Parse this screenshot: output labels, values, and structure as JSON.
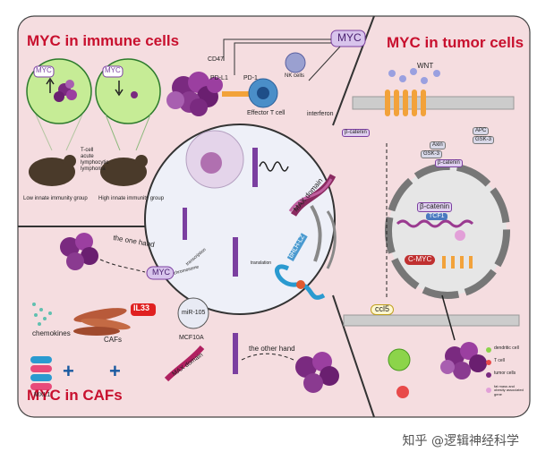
{
  "panels": {
    "immune": {
      "title": "MYC in immune cells",
      "myc_tag_low": "MYC",
      "myc_tag_high": "MYC",
      "cd47": "CD47",
      "pdl1": "PD-L1",
      "pd1": "PD-1",
      "myc_box": "MYC",
      "nk_cells": "NK cells",
      "effector_t": "Effector T cell",
      "interferon": "interferon",
      "tcell_text": [
        "T-cell",
        "acute",
        "lymphocytic",
        "lymphoma"
      ],
      "low_group": "Low innate immunity group",
      "high_group": "High innate immunity group"
    },
    "tumor": {
      "title": "MYC in tumor cells",
      "wnt": "WNT",
      "beta_catenin_top": "β-catenin",
      "axin": "Axin",
      "gsk3_a": "GSK-3",
      "apc": "APC",
      "gsk3_b": "GSK-3",
      "beta_catenin_mid": "β-catenin",
      "beta_catenin_nuc": "β-catenin",
      "tcf1": "TCF1",
      "cmyc": "C-MYC",
      "ccl5": "ccl5",
      "legend": [
        "dendritic cell",
        "T cell",
        "tumor cells",
        "fat mass and obesity associated gene"
      ]
    },
    "center": {
      "max_domain": "MAX domain",
      "bhlh_lz": "bHLH-LZ",
      "transcription": "transcription",
      "translation": "translation",
      "chromosome": "chromosome"
    },
    "cafs": {
      "title": "MYC in CAFs",
      "one_hand": "the one hand",
      "myc": "MYC",
      "il33": "IL33",
      "mir105": "miR-105",
      "mcf10a": "MCF10A",
      "cafs_label": "CAFs",
      "chemokines": "chemokines",
      "mxl1": "MXL1",
      "max_domain": "MAX domain",
      "other_hand": "the other hand"
    }
  },
  "watermark": "知乎 @逻辑神经科学",
  "colors": {
    "panel_bg": "#f5dde0",
    "title_red": "#c8102e",
    "myc_purple": "#7b3fa0",
    "tumor_purple": "#7a2a80",
    "membrane_orange": "#f2a23a",
    "membrane_gray": "#9a9a9a"
  }
}
